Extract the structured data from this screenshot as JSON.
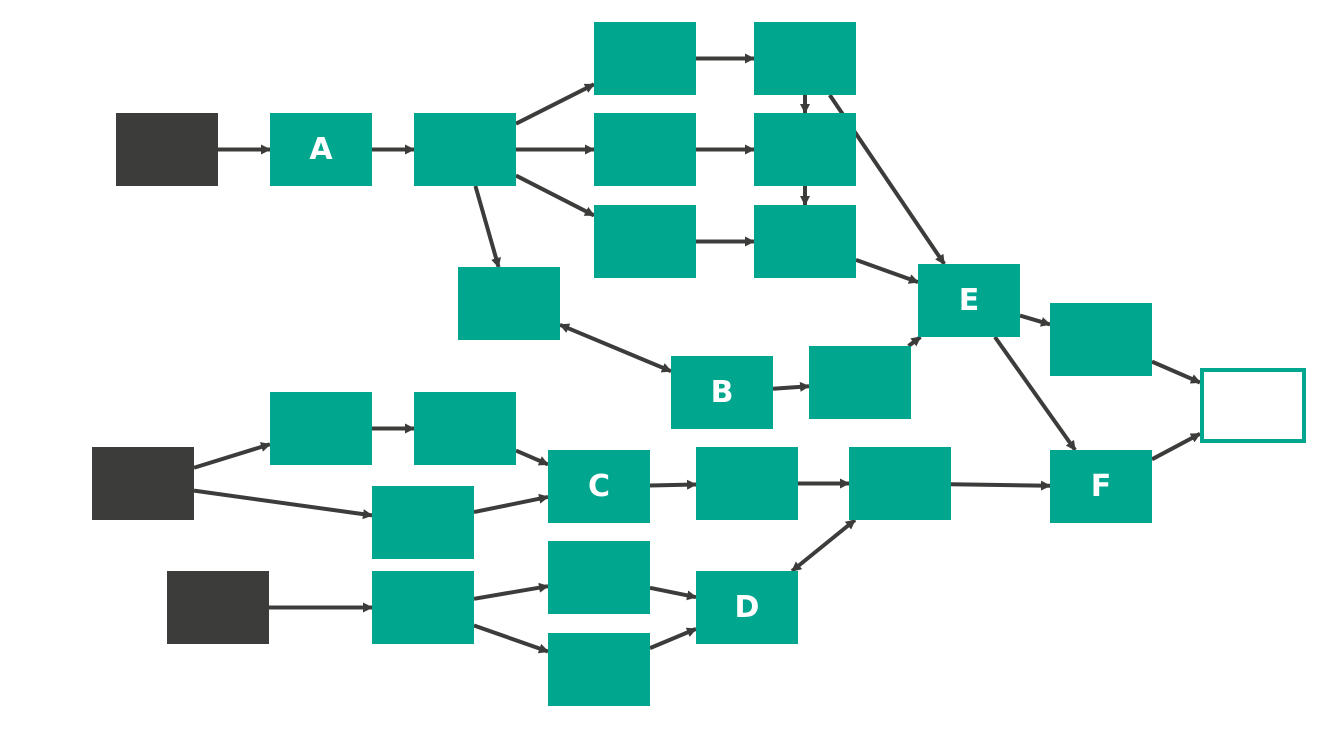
{
  "colors": {
    "teal": "#00a78e",
    "dark": "#3c3c3b",
    "arrow": "#3c3c3b",
    "background": "#ffffff"
  },
  "nodes": [
    {
      "id": "s1",
      "kind": "dark",
      "label": ""
    },
    {
      "id": "A",
      "kind": "teal",
      "label": "A"
    },
    {
      "id": "n1",
      "kind": "teal",
      "label": ""
    },
    {
      "id": "t1",
      "kind": "teal",
      "label": ""
    },
    {
      "id": "t2",
      "kind": "teal",
      "label": ""
    },
    {
      "id": "m1",
      "kind": "teal",
      "label": ""
    },
    {
      "id": "m2",
      "kind": "teal",
      "label": ""
    },
    {
      "id": "t3",
      "kind": "teal",
      "label": ""
    },
    {
      "id": "t4",
      "kind": "teal",
      "label": ""
    },
    {
      "id": "n2",
      "kind": "teal",
      "label": ""
    },
    {
      "id": "E",
      "kind": "teal",
      "label": "E"
    },
    {
      "id": "B",
      "kind": "teal",
      "label": "B"
    },
    {
      "id": "n3",
      "kind": "teal",
      "label": ""
    },
    {
      "id": "n4",
      "kind": "teal",
      "label": ""
    },
    {
      "id": "end",
      "kind": "outline",
      "label": ""
    },
    {
      "id": "s2",
      "kind": "dark",
      "label": ""
    },
    {
      "id": "p1",
      "kind": "teal",
      "label": ""
    },
    {
      "id": "p2",
      "kind": "teal",
      "label": ""
    },
    {
      "id": "p3",
      "kind": "teal",
      "label": ""
    },
    {
      "id": "C",
      "kind": "teal",
      "label": "C"
    },
    {
      "id": "c1",
      "kind": "teal",
      "label": ""
    },
    {
      "id": "c2",
      "kind": "teal",
      "label": ""
    },
    {
      "id": "F",
      "kind": "teal",
      "label": "F"
    },
    {
      "id": "s3",
      "kind": "dark",
      "label": ""
    },
    {
      "id": "q1",
      "kind": "teal",
      "label": ""
    },
    {
      "id": "q2",
      "kind": "teal",
      "label": ""
    },
    {
      "id": "q3",
      "kind": "teal",
      "label": ""
    },
    {
      "id": "D",
      "kind": "teal",
      "label": "D"
    }
  ],
  "edges": [
    {
      "from": "s1",
      "to": "A",
      "dir": "forward"
    },
    {
      "from": "A",
      "to": "n1",
      "dir": "forward"
    },
    {
      "from": "n1",
      "to": "t1",
      "dir": "forward"
    },
    {
      "from": "n1",
      "to": "t2",
      "dir": "forward"
    },
    {
      "from": "n1",
      "to": "t3",
      "dir": "forward"
    },
    {
      "from": "n1",
      "to": "n2",
      "dir": "forward"
    },
    {
      "from": "t1",
      "to": "m1",
      "dir": "forward"
    },
    {
      "from": "t2",
      "to": "m2",
      "dir": "forward"
    },
    {
      "from": "t3",
      "to": "t4",
      "dir": "forward"
    },
    {
      "from": "m1",
      "to": "m2",
      "dir": "forward"
    },
    {
      "from": "m2",
      "to": "t4",
      "dir": "forward"
    },
    {
      "from": "m1",
      "to": "E",
      "dir": "forward"
    },
    {
      "from": "t4",
      "to": "E",
      "dir": "forward"
    },
    {
      "from": "n2",
      "to": "B",
      "dir": "both"
    },
    {
      "from": "B",
      "to": "n3",
      "dir": "forward"
    },
    {
      "from": "n3",
      "to": "E",
      "dir": "forward"
    },
    {
      "from": "E",
      "to": "n4",
      "dir": "forward"
    },
    {
      "from": "E",
      "to": "F",
      "dir": "forward"
    },
    {
      "from": "n4",
      "to": "end",
      "dir": "forward"
    },
    {
      "from": "F",
      "to": "end",
      "dir": "forward"
    },
    {
      "from": "s2",
      "to": "p1",
      "dir": "forward"
    },
    {
      "from": "s2",
      "to": "p3",
      "dir": "forward"
    },
    {
      "from": "p1",
      "to": "p2",
      "dir": "forward"
    },
    {
      "from": "p2",
      "to": "C",
      "dir": "forward"
    },
    {
      "from": "p3",
      "to": "C",
      "dir": "forward"
    },
    {
      "from": "C",
      "to": "c1",
      "dir": "forward"
    },
    {
      "from": "c1",
      "to": "c2",
      "dir": "forward"
    },
    {
      "from": "c2",
      "to": "F",
      "dir": "forward"
    },
    {
      "from": "s3",
      "to": "q1",
      "dir": "forward"
    },
    {
      "from": "q1",
      "to": "q2",
      "dir": "forward"
    },
    {
      "from": "q1",
      "to": "q3",
      "dir": "forward"
    },
    {
      "from": "q2",
      "to": "D",
      "dir": "forward"
    },
    {
      "from": "q3",
      "to": "D",
      "dir": "forward"
    },
    {
      "from": "D",
      "to": "c2",
      "dir": "both"
    }
  ]
}
